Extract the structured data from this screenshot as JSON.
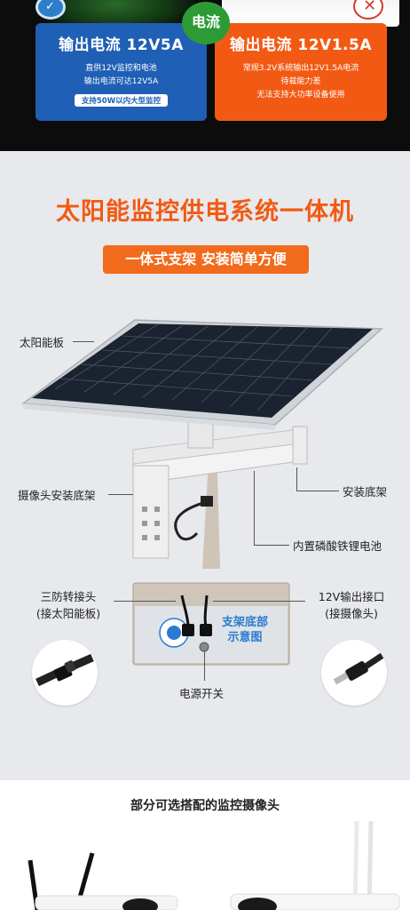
{
  "top": {
    "center_badge": "电流",
    "left_card": {
      "title": "输出电流 12V5A",
      "line1": "直供12V监控和电池",
      "line2": "输出电流可达12V5A",
      "pill": "支持50W以内大型监控"
    },
    "right_card": {
      "title": "输出电流 12V1.5A",
      "line1": "常规3.2V系统输出12V1.5A电流",
      "line2": "待载能力差",
      "line3": "无法支持大功率设备使用"
    },
    "check_icon": "✓",
    "x_icon": "✕"
  },
  "main": {
    "title": "太阳能监控供电系统一体机",
    "subtitle": "一体式支架  安装简单方便",
    "labels": {
      "solar_panel": "太阳能板",
      "camera_bracket": "摄像头安装底架",
      "mount_base": "安装底架",
      "battery": "内置磷酸铁锂电池",
      "connector_line1": "三防转接头",
      "connector_line2": "(接太阳能板)",
      "output_line1": "12V输出接口",
      "output_line2": "(接摄像头)",
      "power_switch": "电源开关",
      "base_diagram_line1": "支架底部",
      "base_diagram_line2": "示意图"
    }
  },
  "bottom": {
    "title": "部分可选搭配的监控摄像头"
  },
  "colors": {
    "orange": "#f25a14",
    "blue": "#1f5fb5",
    "green": "#2c9b35"
  }
}
